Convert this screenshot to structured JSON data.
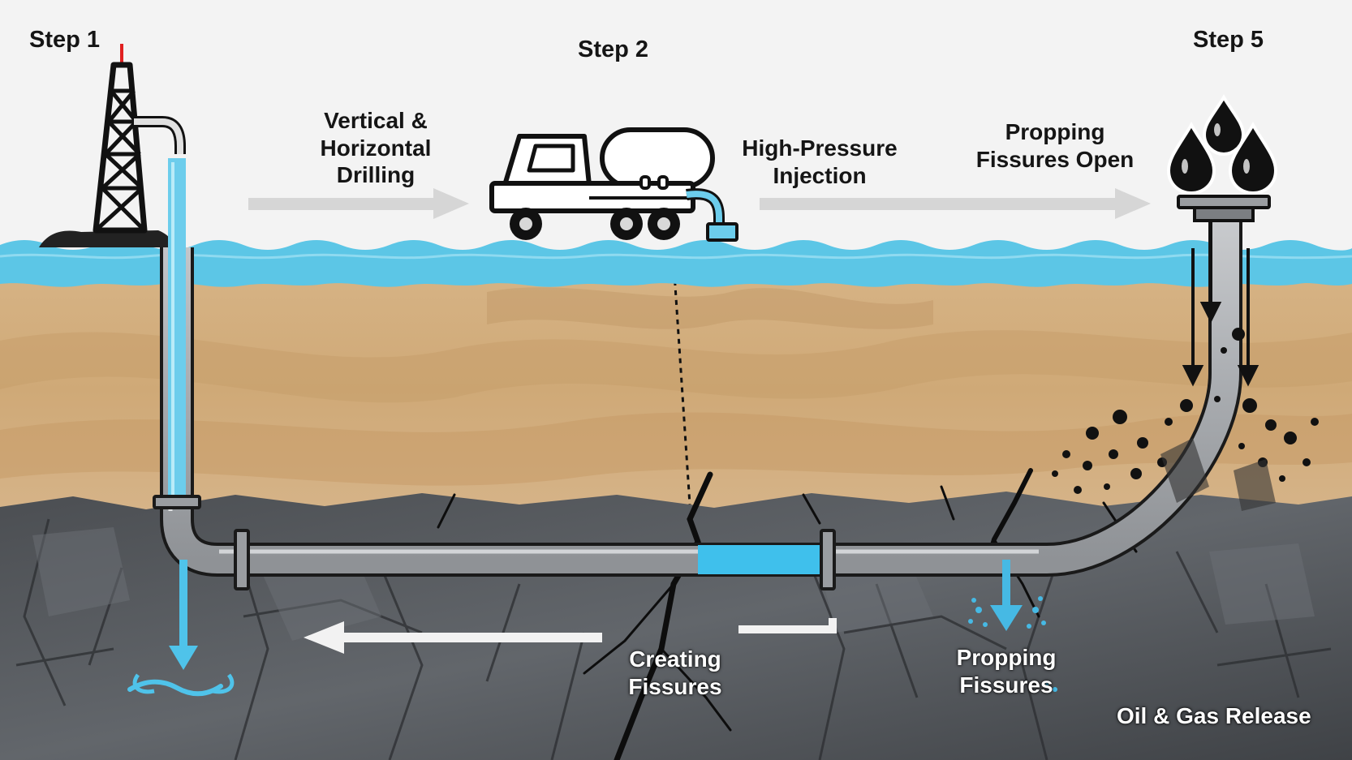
{
  "steps": {
    "step1": "Step 1",
    "step2": "Step 2",
    "step5": "Step 5"
  },
  "labels": {
    "drilling": [
      "Vertical &",
      "Horizontal",
      "Drilling"
    ],
    "injection": [
      "High-Pressure",
      "Injection"
    ],
    "propping_top": [
      "Propping",
      "Fissures Open"
    ],
    "creating": [
      "Creating",
      "Fissures"
    ],
    "propping_bottom": [
      "Propping",
      "Fissures"
    ],
    "release": "Oil & Gas Release"
  },
  "icons": {
    "rig": "drilling-rig-icon",
    "truck": "tanker-truck-icon",
    "drops": "oil-drops-icon"
  },
  "colors": {
    "sky": "#f3f3f3",
    "water": "#5cc6e6",
    "sand": "#d2ad7c",
    "rock": "#55585c",
    "pipe": "#b0b3b7",
    "fluid": "#4fc3ea",
    "arrow": "#d6d6d6"
  }
}
